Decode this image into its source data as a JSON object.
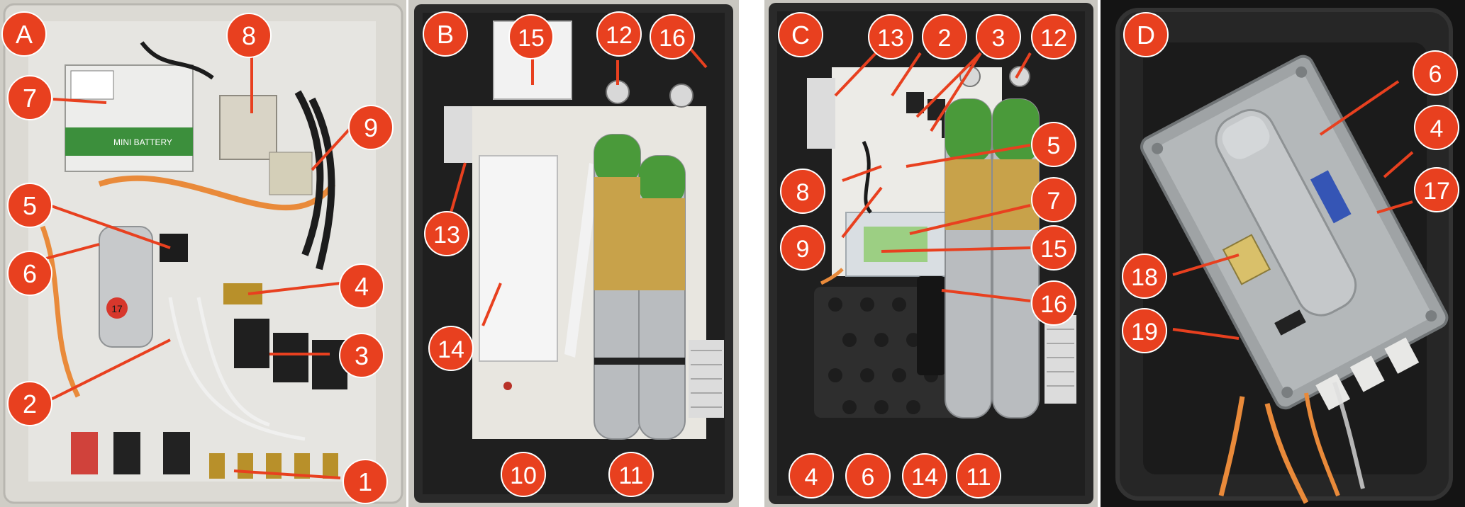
{
  "panels": [
    {
      "letter": "A",
      "labels": [
        "1",
        "2",
        "3",
        "4",
        "5",
        "6",
        "7",
        "8",
        "9"
      ]
    },
    {
      "letter": "B",
      "labels": [
        "10",
        "11",
        "12",
        "13",
        "14",
        "15",
        "16"
      ]
    },
    {
      "letter": "C",
      "labels": [
        "2",
        "3",
        "4",
        "5",
        "6",
        "7",
        "8",
        "9",
        "11",
        "12",
        "13",
        "14",
        "15",
        "16"
      ]
    },
    {
      "letter": "D",
      "labels": [
        "4",
        "6",
        "17",
        "18",
        "19"
      ]
    }
  ],
  "device_text": {
    "mini_battery": "MINI BATTERY",
    "cylinder_mark": "17"
  },
  "colors": {
    "callout_red": "#e8401f",
    "callout_text": "#ffffff",
    "enclosure_grey": "#dcdad4",
    "foam_black": "#1f1f1f",
    "cylinder_aluminum": "#b9bcbf",
    "cylinder_green": "#4a9a3a",
    "cylinder_yellow_wrap": "#c8a24a",
    "cable_orange": "#e98a3a"
  }
}
